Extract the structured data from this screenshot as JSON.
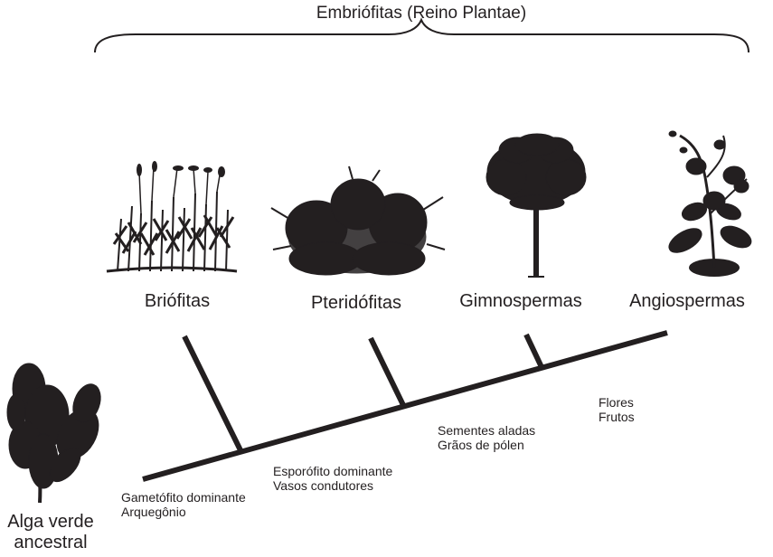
{
  "title": "Embriófitas (Reino Plantae)",
  "groups": [
    {
      "name": "Briófitas",
      "icon": "moss-icon"
    },
    {
      "name": "Pteridófitas",
      "icon": "fern-icon"
    },
    {
      "name": "Gimnospermas",
      "icon": "conifer-tree-icon"
    },
    {
      "name": "Angiospermas",
      "icon": "flowering-plant-icon"
    }
  ],
  "traits": [
    {
      "line1": "Gametófito dominante",
      "line2": "Arquegônio"
    },
    {
      "line1": "Esporófito dominante",
      "line2": "Vasos condutores"
    },
    {
      "line1": "Sementes aladas",
      "line2": "Grãos de pólen"
    },
    {
      "line1": "Flores",
      "line2": "Frutos"
    }
  ],
  "ancestor": {
    "line1": "Alga verde",
    "line2": "ancestral",
    "icon": "green-alga-icon"
  },
  "colors": {
    "ink": "#231f20",
    "background": "#ffffff"
  }
}
